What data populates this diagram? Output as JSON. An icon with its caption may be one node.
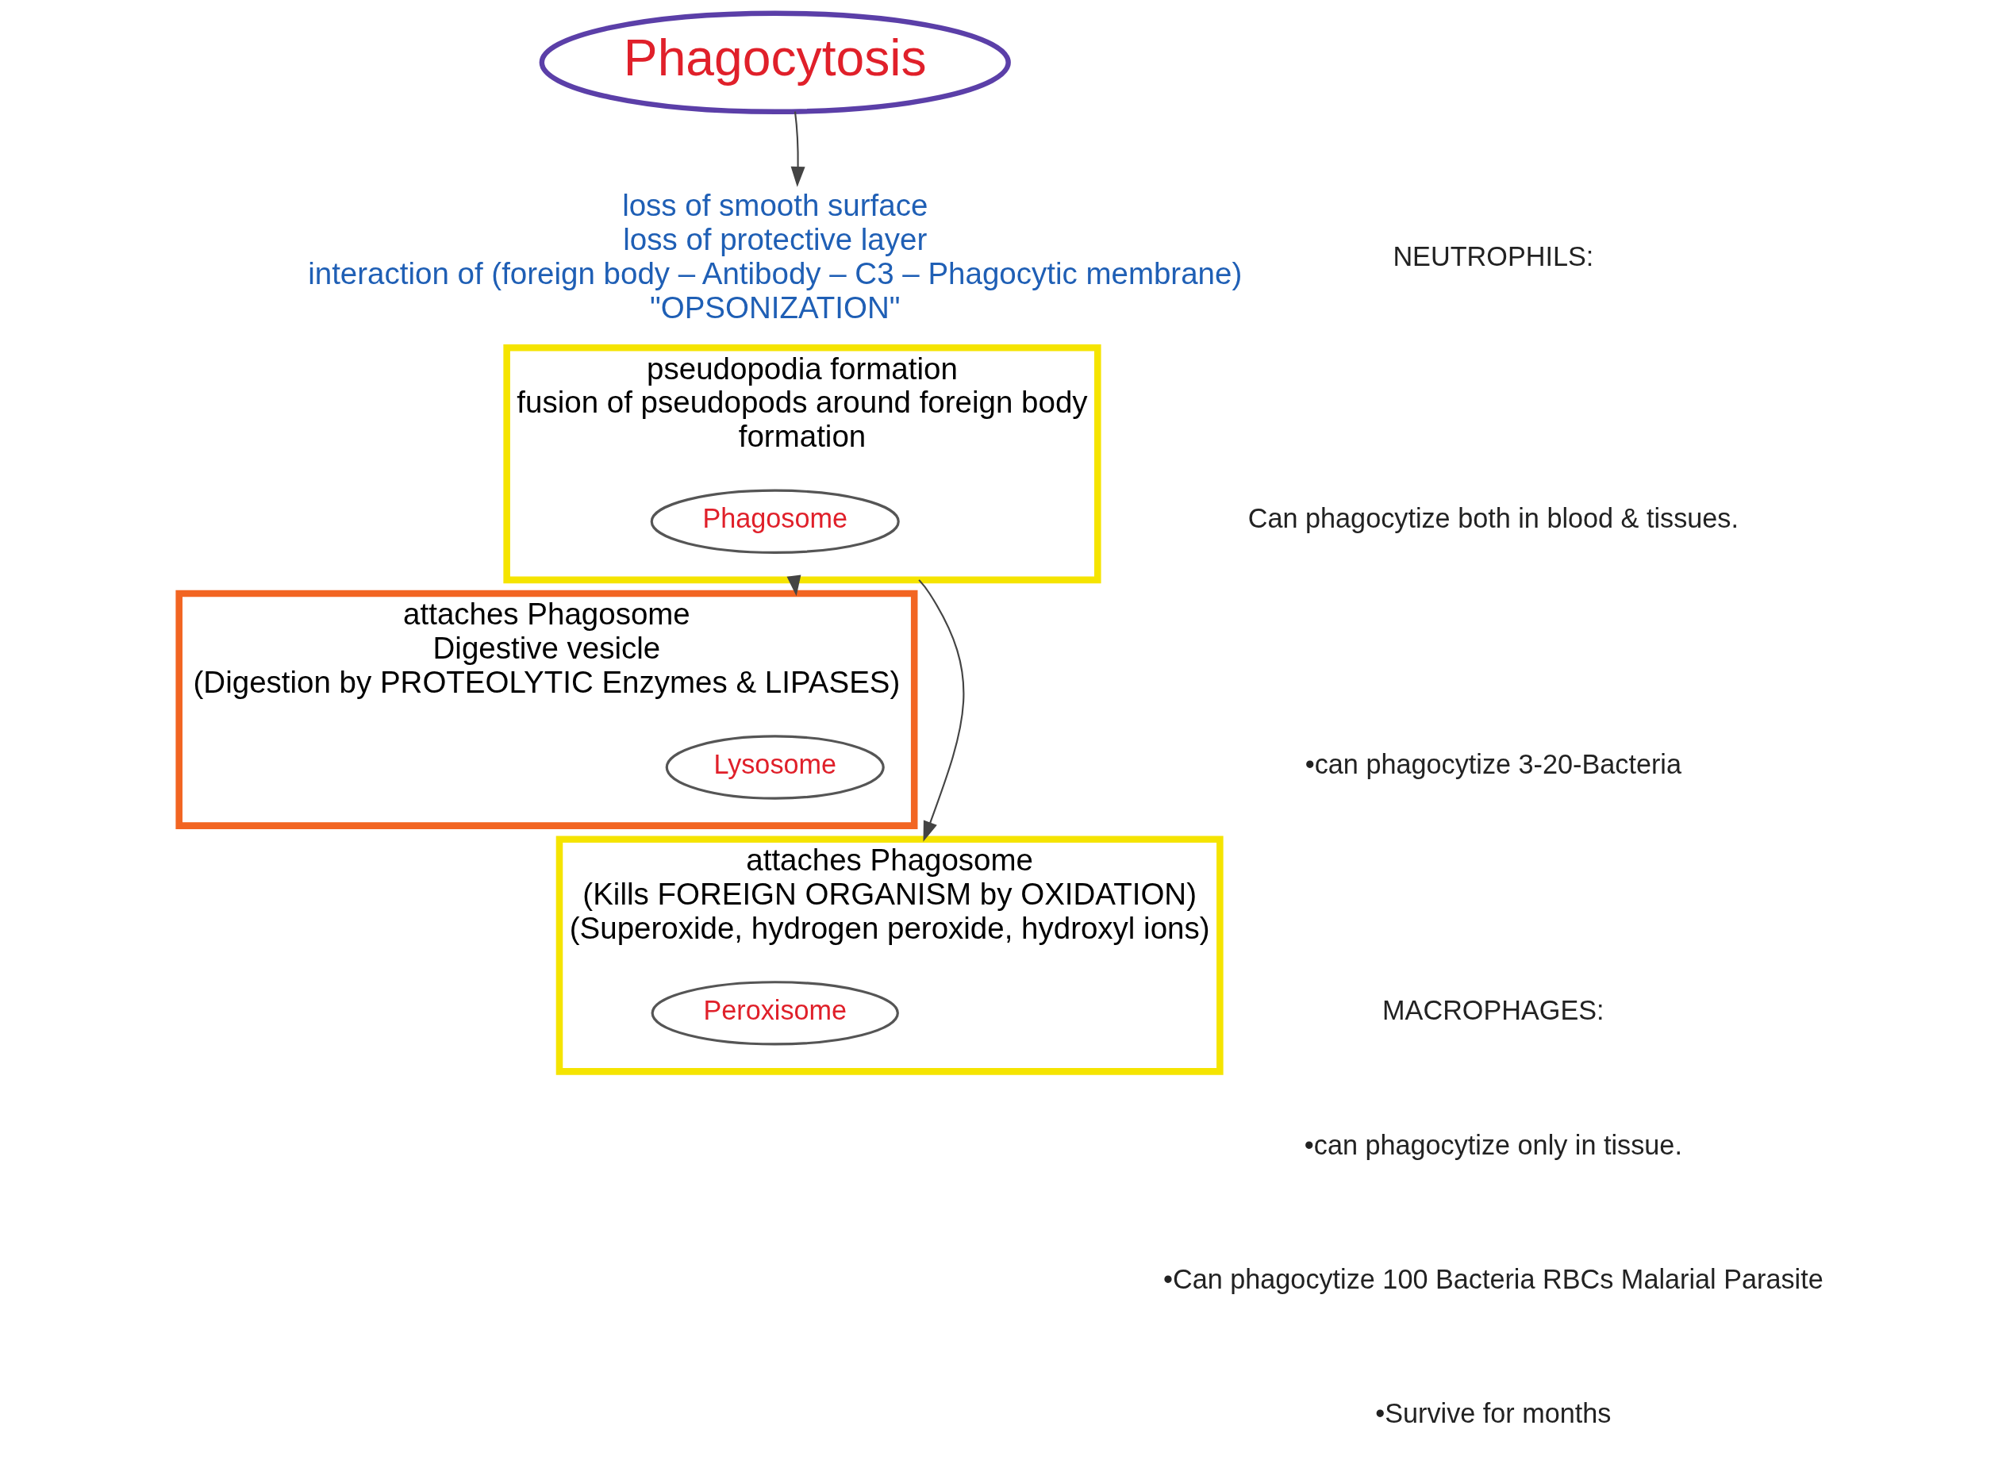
{
  "diagram": {
    "nodes": [
      {
        "text": [
          "Phagocytosis"
        ]
      },
      {
        "text": [
          "loss of smooth surface",
          "loss of protective layer",
          "interaction of (foreign body – Antibody – C3 – Phagocytic membrane)",
          "\"OPSONIZATION\""
        ]
      },
      {
        "text": [
          "pseudopodia formation",
          "fusion of pseudopods around foreign body",
          "formation"
        ]
      },
      {
        "text": [
          "Phagosome"
        ],
        "in": 2
      },
      {
        "text": [
          "attaches Phagosome",
          "Digestive vesicle",
          "(Digestion by PROTEOLYTIC Enzymes & LIPASES)"
        ]
      },
      {
        "text": [
          "Lysosome"
        ],
        "in": 4
      },
      {
        "text": [
          "attaches Phagosome",
          "(Kills FOREIGN ORGANISM by OXIDATION)",
          "(Superoxide, hydrogen peroxide, hydroxyl ions)"
        ]
      },
      {
        "text": [
          "Peroxisome"
        ],
        "in": 6
      }
    ],
    "edges": [
      {
        "from": 0,
        "to": 1,
        "arrow": "to"
      },
      {
        "from": 2,
        "to": 4,
        "arrow": "to"
      },
      {
        "from": 2,
        "to": 6,
        "arrow": "to"
      }
    ],
    "labels": [
      "NEUTROPHILS:",
      "Can phagocytize both in blood & tissues.",
      "•can phagocytize 3-20-Bacteria",
      "MACROPHAGES:",
      "•can phagocytize only in tissue.",
      "•Can phagocytize 100 Bacteria RBCs Malarial Parasite",
      "•Survive for months"
    ]
  }
}
